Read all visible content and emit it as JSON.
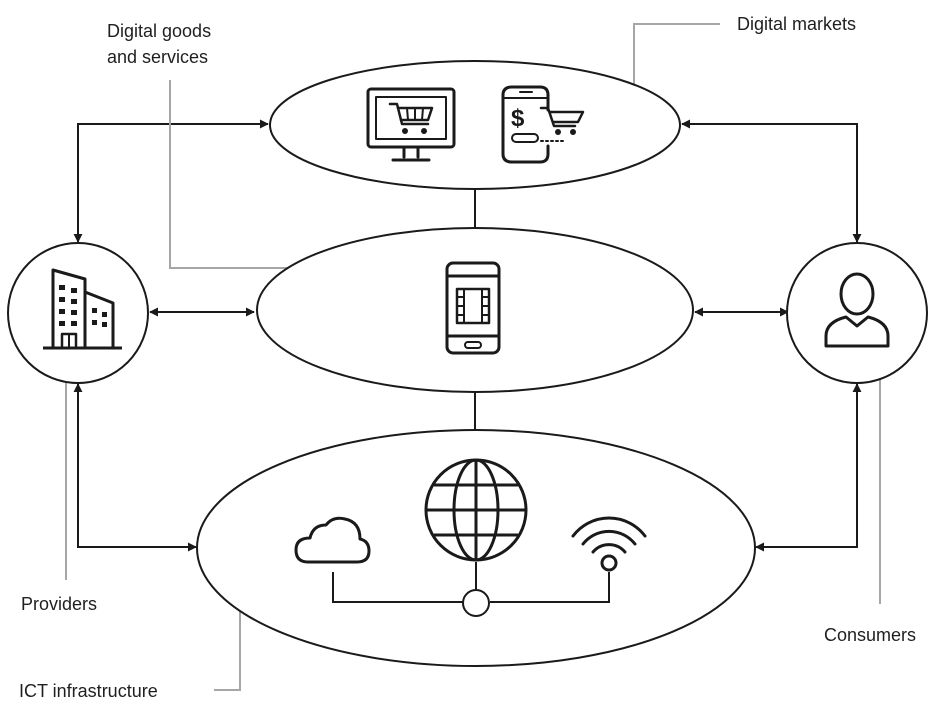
{
  "labels": {
    "digital_goods_line1": "Digital goods",
    "digital_goods_line2": "and services",
    "digital_markets": "Digital markets",
    "providers": "Providers",
    "consumers": "Consumers",
    "ict_infrastructure": "ICT infrastructure"
  },
  "icons": {
    "markets": [
      "monitor-cart-icon",
      "phone-dollar-cart-icon"
    ],
    "services": [
      "phone-video-icon"
    ],
    "providers": "office-buildings-icon",
    "consumers": "person-icon",
    "infrastructure": [
      "cloud-icon",
      "globe-icon",
      "wifi-icon"
    ]
  },
  "colors": {
    "stroke": "#1a1a1a",
    "leader": "#a6a6a6",
    "text": "#1f1f1f"
  }
}
